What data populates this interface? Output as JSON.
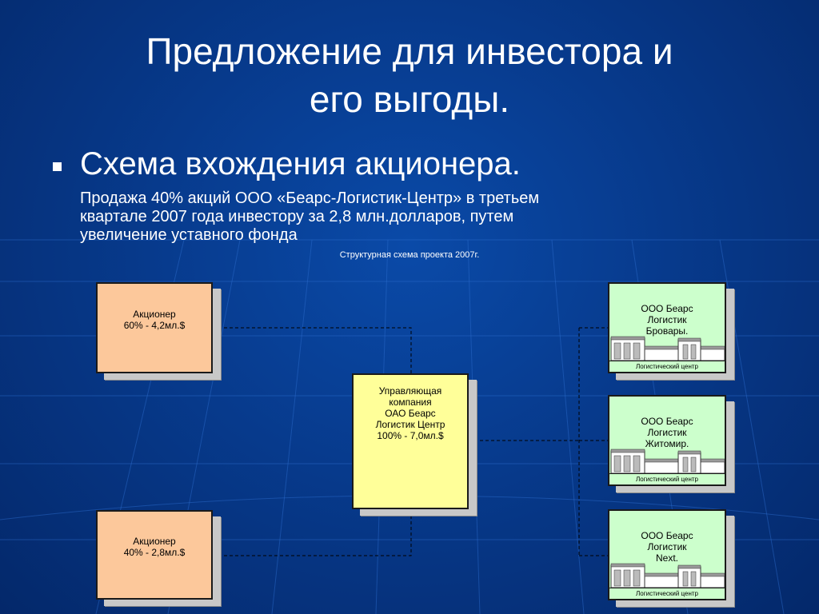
{
  "slide": {
    "title_line1": "Предложение для инвестора и",
    "title_line2": "его выгоды.",
    "heading": "Схема вхождения акционера.",
    "paragraph_lines": [
      "Продажа 40% акций ООО «Беарс-Логистик-Центр» в третьем",
      "квартале 2007 года инвестору за 2,8 млн.долларов, путем",
      "увеличение уставного фонда"
    ],
    "diagram_caption": "Структурная схема проекта 2007г."
  },
  "diagram": {
    "shareholders": [
      {
        "line1": "Акционер",
        "line2": "60% - 4,2мл.$"
      },
      {
        "line1": "Акционер",
        "line2": "40% - 2,8мл.$"
      }
    ],
    "management": {
      "lines": [
        "Управляющая",
        "компания",
        "ОАО Беарс",
        "Логистик Центр",
        "100% - 7,0мл.$"
      ]
    },
    "logistics_centers": [
      {
        "lines": [
          "ООО Беарс",
          "Логистик",
          "Бровары."
        ],
        "label": "Логистический центр"
      },
      {
        "lines": [
          "ООО Беарс",
          "Логистик",
          "Житомир."
        ],
        "label": "Логистический центр"
      },
      {
        "lines": [
          "ООО Беарс",
          "Логистик",
          "Next."
        ],
        "label": "Логистический центр"
      }
    ]
  },
  "colors": {
    "background": "#073a8c",
    "shareholder_fill": "#fcc89b",
    "management_fill": "#ffff99",
    "logistics_fill": "#ccffcc"
  }
}
